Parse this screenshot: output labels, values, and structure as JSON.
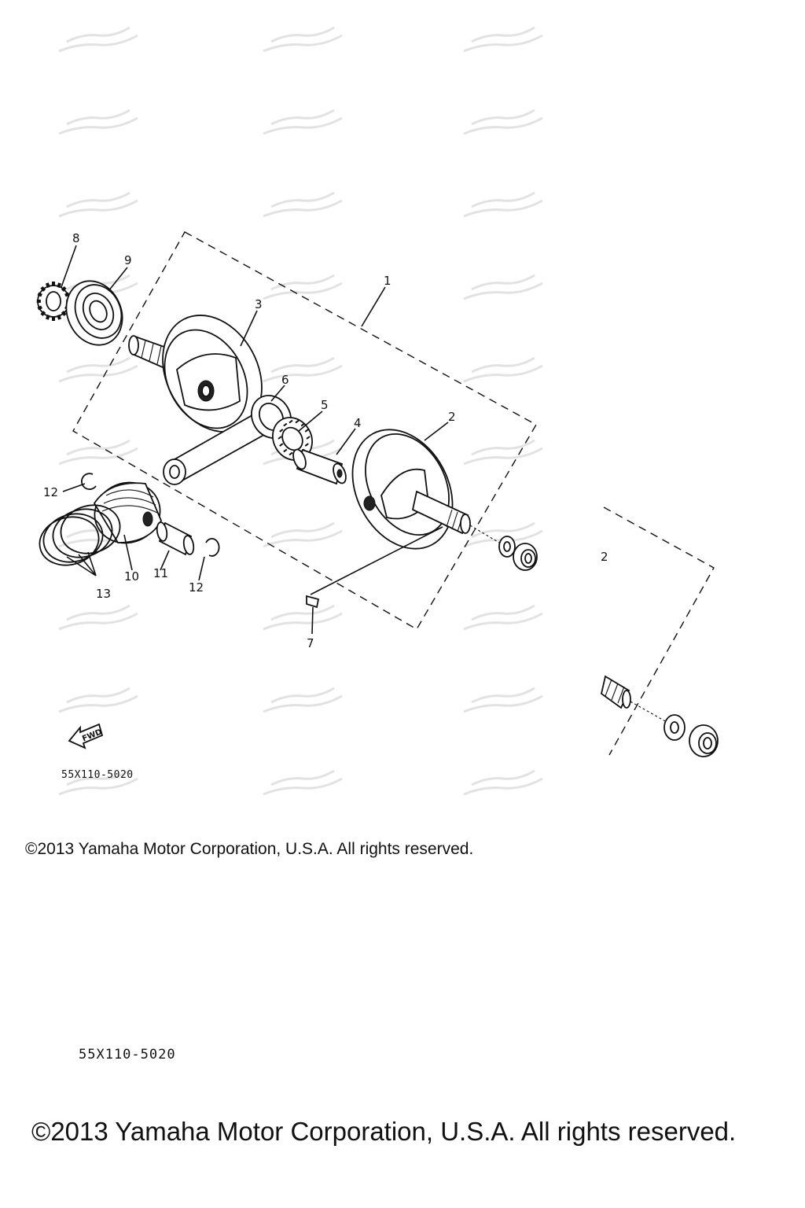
{
  "diagram": {
    "callouts": [
      {
        "id": "1",
        "label": "1"
      },
      {
        "id": "2",
        "label": "2"
      },
      {
        "id": "3",
        "label": "3"
      },
      {
        "id": "4",
        "label": "4"
      },
      {
        "id": "5",
        "label": "5"
      },
      {
        "id": "6",
        "label": "6"
      },
      {
        "id": "7",
        "label": "7"
      },
      {
        "id": "8",
        "label": "8"
      },
      {
        "id": "9",
        "label": "9"
      },
      {
        "id": "10",
        "label": "10"
      },
      {
        "id": "11",
        "label": "11"
      },
      {
        "id": "12a",
        "label": "12"
      },
      {
        "id": "12b",
        "label": "12"
      },
      {
        "id": "13",
        "label": "13"
      },
      {
        "id": "2b",
        "label": "2"
      }
    ],
    "fwd_label": "FWD",
    "code_small": "55X110-5020",
    "copyright_small": "©2013 Yamaha Motor Corporation, U.S.A. All rights reserved."
  },
  "footer": {
    "code": "55X110-5020",
    "copyright": "©2013 Yamaha Motor Corporation, U.S.A. All rights reserved."
  }
}
